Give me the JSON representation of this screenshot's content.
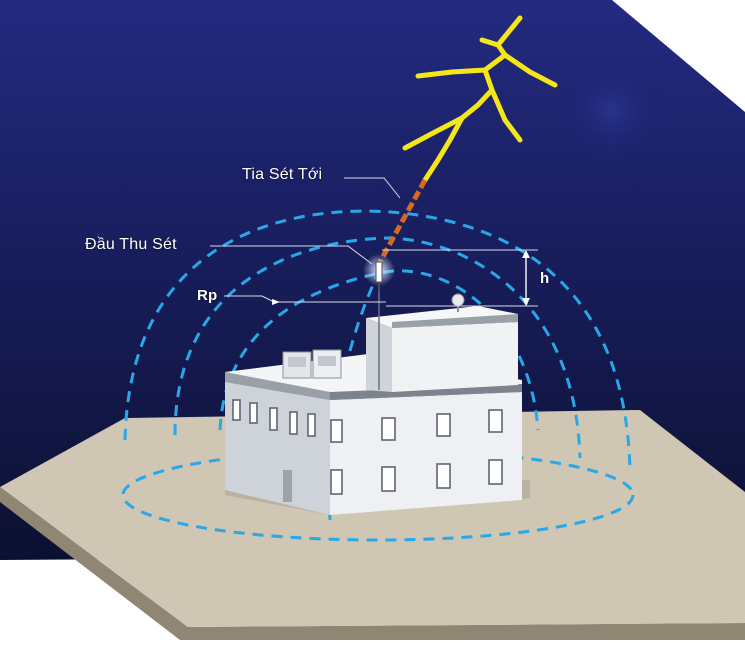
{
  "labels": {
    "incoming_lightning": "Tia Sét Tới",
    "air_terminal": "Đầu Thu Sét",
    "protection_radius": "Rp",
    "height": "h"
  },
  "colors": {
    "sky_top": "#1b1f6a",
    "sky_bottom": "#0f1433",
    "lightning": "#f5e61a",
    "protection_zone": "#29a8e8",
    "ground_top": "#cfc6b4",
    "building_face": "#e8ebef"
  },
  "icons": [
    "lightning-bolt",
    "lightning-rod",
    "satellite-dish",
    "air-conditioner-unit"
  ]
}
